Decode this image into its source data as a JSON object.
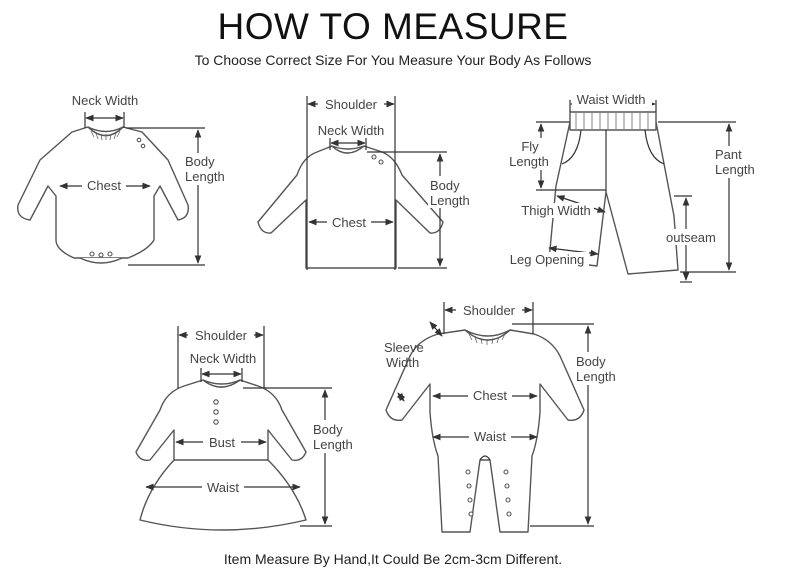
{
  "header": {
    "title": "HOW TO MEASURE",
    "subtitle": "To Choose Correct Size For You Measure Your Body As Follows"
  },
  "footer": {
    "note": "Item Measure By Hand,It Could Be 2cm-3cm Different."
  },
  "garments": {
    "bodysuit": {
      "neck_width": "Neck Width",
      "chest": "Chest",
      "body_length_1": "Body",
      "body_length_2": "Length"
    },
    "shirt": {
      "shoulder": "Shoulder",
      "neck_width": "Neck Width",
      "chest": "Chest",
      "body_length_1": "Body",
      "body_length_2": "Length"
    },
    "pants": {
      "waist_width": "Waist Width",
      "fly_length_1": "Fly",
      "fly_length_2": "Length",
      "pant_length_1": "Pant",
      "pant_length_2": "Length",
      "thigh_width": "Thigh Width",
      "outseam": "outseam",
      "leg_opening": "Leg Opening"
    },
    "dress": {
      "shoulder": "Shoulder",
      "neck_width": "Neck Width",
      "bust": "Bust",
      "waist": "Waist",
      "body_length_1": "Body",
      "body_length_2": "Length"
    },
    "romper": {
      "shoulder": "Shoulder",
      "sleeve_width_1": "Sleeve",
      "sleeve_width_2": "Width",
      "chest": "Chest",
      "waist": "Waist",
      "body_length_1": "Body",
      "body_length_2": "Length"
    }
  }
}
